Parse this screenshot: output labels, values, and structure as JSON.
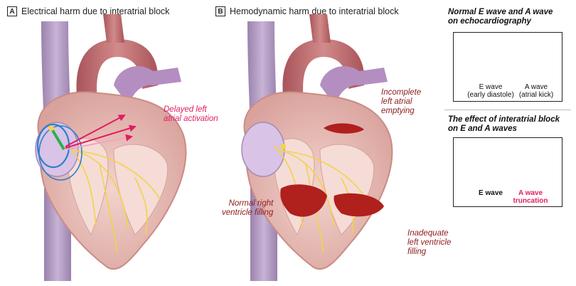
{
  "panel_a": {
    "letter": "A",
    "title": "Electrical harm due to interatrial block"
  },
  "panel_b": {
    "letter": "B",
    "title": "Hemodynamic harm due to interatrial block"
  },
  "callouts": {
    "delayed": [
      "Delayed left",
      "atrial activation"
    ],
    "incomplete": [
      "Incomplete",
      "left atrial",
      "emptying"
    ],
    "normal_rv": [
      "Normal right",
      "ventricle filling"
    ],
    "inadequate_lv": [
      "Inadequate",
      "left ventricle",
      "filling"
    ]
  },
  "side": {
    "normal_title": [
      "Normal E wave and A wave",
      "on echocardiography"
    ],
    "normal_e_label": [
      "E wave",
      "(early diastole)"
    ],
    "normal_a_label": [
      "A wave",
      "(atrial kick)"
    ],
    "effect_title": [
      "The effect of interatrial block",
      "on E and A waves"
    ],
    "effect_e_label": "E wave",
    "effect_a_label": [
      "A wave",
      "truncation"
    ]
  },
  "colors": {
    "vessel": "#b29bc2",
    "heart": "#e8b9b3",
    "heart_dark": "#c98c86",
    "blood": "#b0201c",
    "conduction": "#f2d34a",
    "accent_pink": "#e11d63",
    "arrow_green": "#29b24a",
    "arrow_blue": "#2e7fc9"
  },
  "icons": {
    "arrow": "arrow-icon"
  }
}
